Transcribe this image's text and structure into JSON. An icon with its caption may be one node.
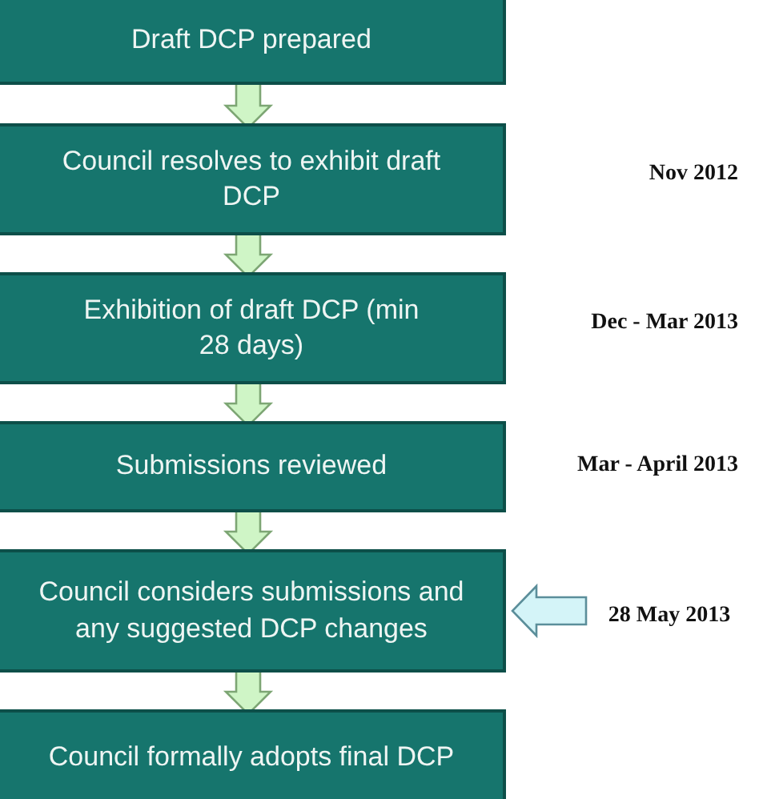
{
  "diagram": {
    "nodes": [
      {
        "text": [
          "Draft DCP prepared"
        ]
      },
      {
        "text": [
          "Council resolves to exhibit draft DCP"
        ]
      },
      {
        "text": [
          "Exhibition of draft DCP (min 28 days)"
        ]
      },
      {
        "text": [
          "Submissions reviewed"
        ]
      },
      {
        "text": [
          "Council considers submissions and any suggested DCP changes"
        ]
      },
      {
        "text": [
          "Council formally adopts final DCP"
        ]
      },
      {
        "text": [
          "28 May 2013"
        ]
      }
    ],
    "edges": [
      {
        "from": 0,
        "to": 1,
        "arrow": "to"
      },
      {
        "from": 1,
        "to": 2,
        "arrow": "to"
      },
      {
        "from": 2,
        "to": 3,
        "arrow": "to"
      },
      {
        "from": 3,
        "to": 4,
        "arrow": "to"
      },
      {
        "from": 4,
        "to": 5,
        "arrow": "to"
      },
      {
        "from": 6,
        "to": 4,
        "arrow": "to",
        "color": "#d4f4f8"
      }
    ],
    "labels": [
      "Nov 2012",
      "Dec - Mar 2013",
      "Mar - April 2013"
    ]
  }
}
